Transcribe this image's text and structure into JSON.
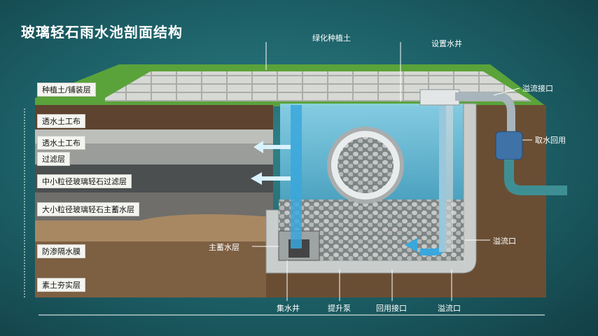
{
  "title": "玻璃轻石雨水池剖面结构",
  "left_labels": [
    "种植土/铺装层",
    "透水土工布",
    "透水土工布",
    "过滤层",
    "中小粒径玻璃轻石过滤层",
    "大小粒径玻璃轻石主蓄水层",
    "防渗隔水膜",
    "素土夯实层"
  ],
  "top_labels": {
    "planting": "绿化种植土",
    "well": "设置水井"
  },
  "right_labels": {
    "overflow_port": "溢流接口",
    "intake": "取水回用",
    "overflow": "溢流口"
  },
  "inner_labels": {
    "main_storage": "主蓄水层"
  },
  "bottom_labels": {
    "sump": "集水井",
    "pump": "提升泵",
    "reuse": "回用接口",
    "overflow": "溢流口"
  },
  "colors": {
    "grass": "#5aa33a",
    "water": "#6cc6e6",
    "pipe": "#8aa2ad",
    "soil": "#6a4e34"
  }
}
